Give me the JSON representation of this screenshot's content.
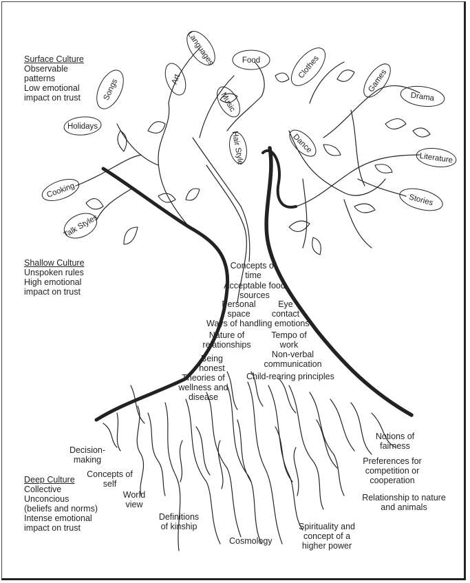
{
  "levels": {
    "surface": {
      "heading": "Surface Culture",
      "lines": [
        "Observable",
        "patterns",
        "Low emotional",
        "impact on trust"
      ]
    },
    "shallow": {
      "heading": "Shallow Culture",
      "lines": [
        "Unspoken rules",
        "High emotional",
        "impact on trust"
      ]
    },
    "deep": {
      "heading": "Deep Culture",
      "lines": [
        "Collective",
        "Unconcious",
        "(beliefs and norms)",
        "Intense emotional",
        "impact on trust"
      ]
    }
  },
  "leaves": [
    "Food",
    "Languages",
    "Art",
    "Music",
    "Songs",
    "Holidays",
    "Cooking",
    "Talk Styles",
    "Hair Style",
    "Clothes",
    "Games",
    "Drama",
    "Dance",
    "Literature",
    "Stories"
  ],
  "trunk": [
    "Concepts of time",
    "Acceptable food sources",
    "Personal space",
    "Eye contact",
    "Ways of handling emotions",
    "Nature of relationships",
    "Tempo of work",
    "Being honest",
    "Non-verbal communication",
    "Theories of wellness and disease",
    "Child-rearing principles"
  ],
  "roots": [
    "Decision-making",
    "Concepts of self",
    "World view",
    "Definitions of kinship",
    "Cosmology",
    "Spirituality and concept of a higher power",
    "Notions of fairness",
    "Preferences for competition or cooperation",
    "Relationship to nature and animals"
  ]
}
